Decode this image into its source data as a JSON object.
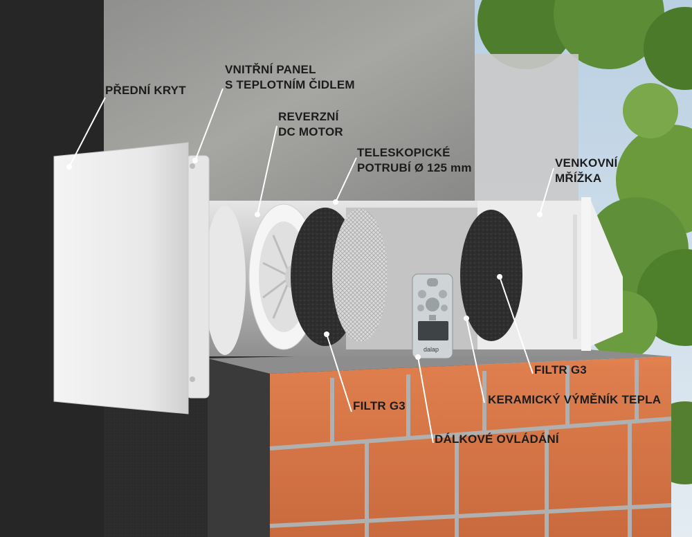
{
  "labels": {
    "predni_kryt": "PŘEDNÍ KRYT",
    "vnitrni_panel_1": "VNITŘNÍ PANEL",
    "vnitrni_panel_2": "S TEPLOTNÍM ČIDLEM",
    "reverzni_1": "REVERZNÍ",
    "reverzni_2": "DC MOTOR",
    "teleskopicke_1": "TELESKOPICKÉ",
    "teleskopicke_2": "POTRUBÍ Ø 125 mm",
    "venkovni_1": "VENKOVNÍ",
    "venkovni_2": "MŘÍŽKA",
    "filtr_left": "FILTR G3",
    "filtr_right": "FILTR G3",
    "keramicky": "KERAMICKÝ VÝMĚNÍK TEPLA",
    "dalkove": "DÁLKOVÉ OVLÁDÁNÍ"
  },
  "remote": {
    "brand": "dalap"
  },
  "colors": {
    "wall_dark": "#2b2b2b",
    "concrete": "#9a9a98",
    "brick": "#d8784a",
    "sky": "#c9d9e6",
    "foliage": "#5f8f3a",
    "pipe": "#cfcfcf",
    "line": "#ffffff"
  }
}
